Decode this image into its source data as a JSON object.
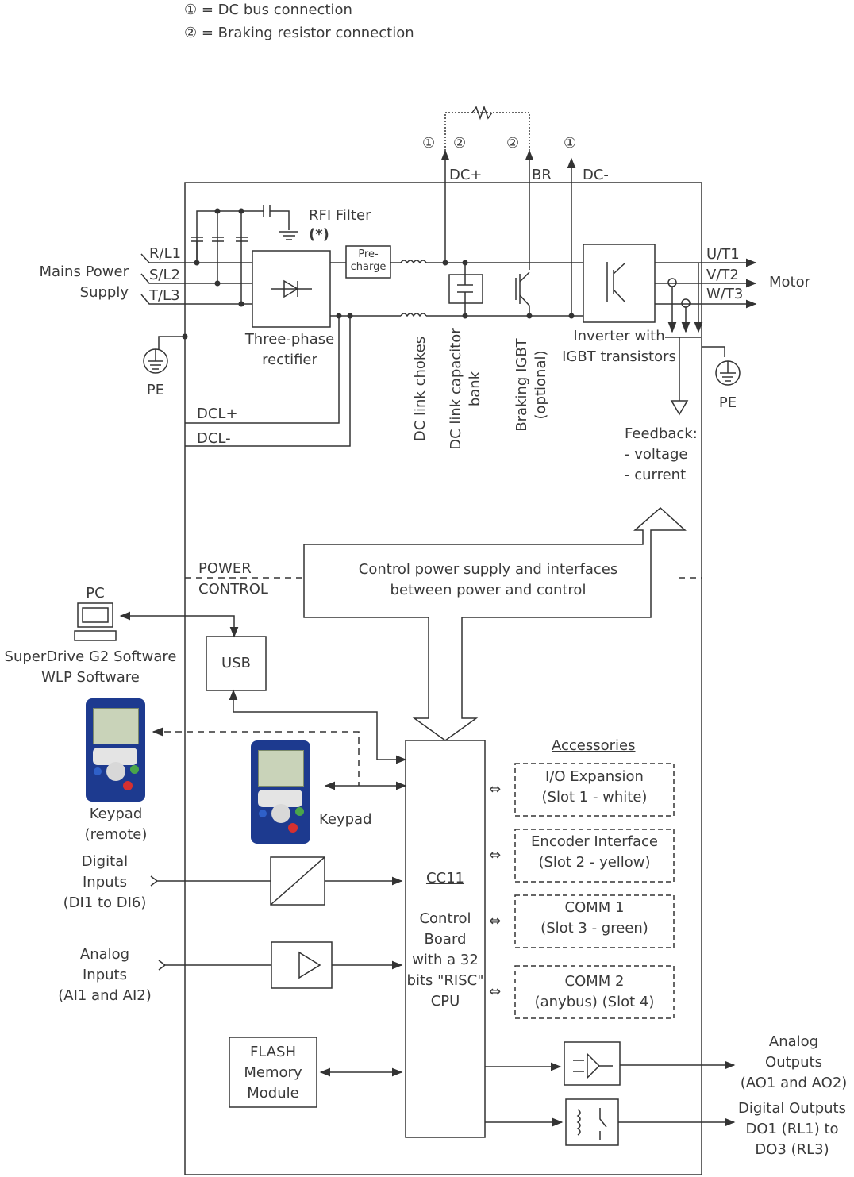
{
  "legend": {
    "item1": "① = DC bus connection",
    "item2": "② = Braking resistor connection"
  },
  "power": {
    "mains": [
      "Mains Power",
      "Supply"
    ],
    "phases": [
      "R/L1",
      "S/L2",
      "T/L3"
    ],
    "pe_left": "PE",
    "pe_right": "PE",
    "rfi": "RFI Filter",
    "rfi_note": "(*)",
    "precharge": [
      "Pre-",
      "charge"
    ],
    "rectifier": [
      "Three-phase",
      "rectifier"
    ],
    "dc_plus": "DC+",
    "br": "BR",
    "dc_minus": "DC-",
    "marker1": "①",
    "marker2": "②",
    "dcl_plus": "DCL+",
    "dcl_minus": "DCL-",
    "chokes": "DC link chokes",
    "capacitor": [
      "DC link capacitor",
      "bank"
    ],
    "braking": [
      "Braking IGBT",
      "(optional)"
    ],
    "inverter": [
      "Inverter with",
      "IGBT transistors"
    ],
    "outputs": [
      "U/T1",
      "V/T2",
      "W/T3"
    ],
    "motor": "Motor",
    "feedback": [
      "Feedback:",
      "- voltage",
      "- current"
    ]
  },
  "control": {
    "power_label": "POWER",
    "control_label": "CONTROL",
    "interface": [
      "Control power supply and interfaces",
      "between power and control"
    ],
    "pc": "PC",
    "software": [
      "SuperDrive G2 Software",
      "WLP Software"
    ],
    "usb": "USB",
    "keypad_remote": [
      "Keypad",
      "(remote)"
    ],
    "keypad": "Keypad",
    "digital_inputs": [
      "Digital",
      "Inputs",
      "(DI1 to DI6)"
    ],
    "analog_inputs": [
      "Analog",
      "Inputs",
      "(AI1 and AI2)"
    ],
    "flash": [
      "FLASH",
      "Memory",
      "Module"
    ],
    "cc11": "CC11",
    "board": [
      "Control",
      "Board",
      "with a 32",
      "bits \"RISC\"",
      "CPU"
    ],
    "accessories": "Accessories",
    "slots": [
      [
        "I/O Expansion",
        "(Slot 1 - white)"
      ],
      [
        "Encoder Interface",
        "(Slot 2 - yellow)"
      ],
      [
        "COMM 1",
        "(Slot 3 - green)"
      ],
      [
        "COMM 2",
        "(anybus) (Slot 4)"
      ]
    ],
    "slot_arrow": "⇔",
    "analog_outputs": [
      "Analog",
      "Outputs",
      "(AO1 and AO2)"
    ],
    "digital_outputs": [
      "Digital Outputs",
      "DO1 (RL1) to",
      "DO3 (RL3)"
    ]
  },
  "colors": {
    "line": "#333333",
    "keypad_body": "#1d3a8f",
    "keypad_screen": "#c9d3b9"
  }
}
